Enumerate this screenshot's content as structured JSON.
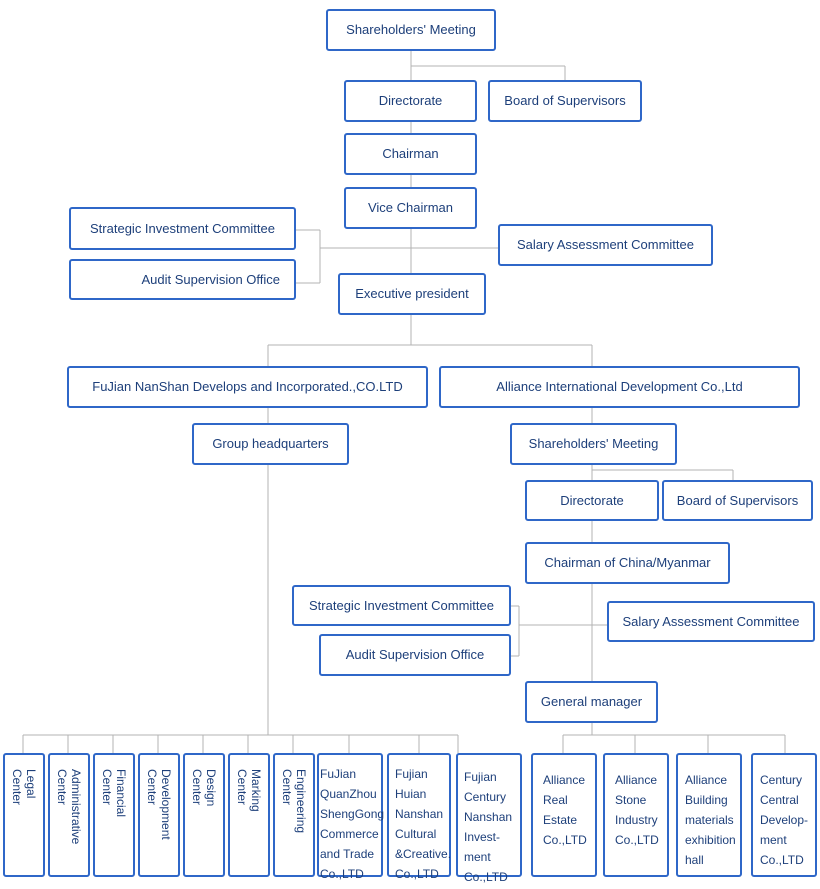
{
  "top": {
    "shareholders_meeting": "Shareholders' Meeting",
    "directorate": "Directorate",
    "board_of_supervisors": "Board of Supervisors",
    "chairman": "Chairman",
    "vice_chairman": "Vice Chairman",
    "strategic_investment_committee": "Strategic Investment Committee",
    "audit_supervision_office": "Audit Supervision Office",
    "salary_assessment_committee": "Salary Assessment Committee",
    "executive_president": "Executive president"
  },
  "left": {
    "company": "FuJian NanShan Develops and Incorporated.,CO.LTD",
    "group_headquarters": "Group headquarters",
    "units": [
      "Legal\nCenter",
      "Administrative\nCenter",
      "Financial\nCenter",
      "Development\nCenter",
      "Design\nCenter",
      "Marking\nCenter",
      "Engineering\nCenter",
      "FuJian\nQuanZhou\nShengGong\nCommerce\nand Trade\nCo.,LTD",
      "Fujian\nHuian\nNanshan\nCultural\n&Creative.\nCo.,LTD",
      "Fujian\nCentury\nNanshan\nInvest-\nment\nCo.,LTD"
    ]
  },
  "right": {
    "company": "Alliance International Development Co.,Ltd",
    "shareholders_meeting": "Shareholders' Meeting",
    "directorate": "Directorate",
    "board_of_supervisors": "Board of Supervisors",
    "chairman": "Chairman of China/Myanmar",
    "strategic_investment_committee": "Strategic Investment Committee",
    "audit_supervision_office": "Audit Supervision Office",
    "salary_assessment_committee": "Salary Assessment Committee",
    "general_manager": "General manager",
    "units": [
      "Alliance\nReal\nEstate\nCo.,LTD",
      "Alliance\nStone\nIndustry\nCo.,LTD",
      "Alliance\nBuilding\nmaterials\nexhibition\nhall",
      "Century\nCentral\nDevelop-\nment\nCo.,LTD"
    ]
  },
  "colors": {
    "border": "#2f67c8",
    "text": "#1d3f7a",
    "connector": "#b3b3b3"
  }
}
